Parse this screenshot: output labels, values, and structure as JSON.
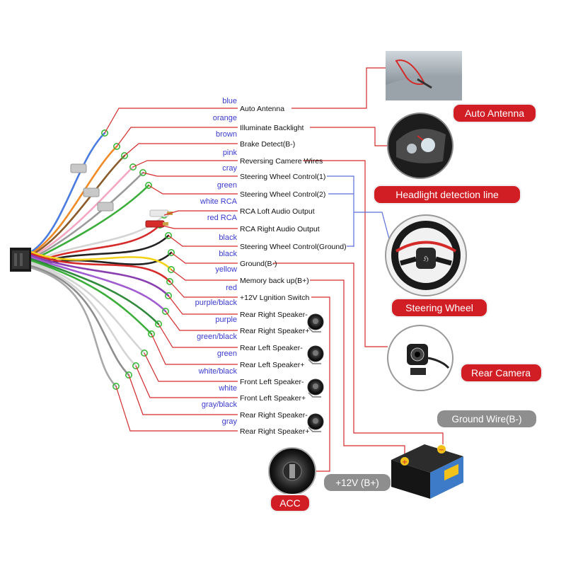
{
  "wires": [
    {
      "color_name": "blue",
      "function": "Auto Antenna",
      "hex": "#4a7be0"
    },
    {
      "color_name": "orange",
      "function": "Illuminate Backlight",
      "hex": "#f08a24"
    },
    {
      "color_name": "brown",
      "function": "Brake Detect(B-)",
      "hex": "#8a5a2b"
    },
    {
      "color_name": "pink",
      "function": "Reversing Camere Wires",
      "hex": "#f4a6c0"
    },
    {
      "color_name": "cray",
      "function": "Steering Wheel Control(1)",
      "hex": "#9a9a9a"
    },
    {
      "color_name": "green",
      "function": "Steering Wheel Control(2)",
      "hex": "#3cae3c"
    },
    {
      "color_name": "white RCA",
      "function": "RCA Loft Audio Output",
      "hex": "#dddddd"
    },
    {
      "color_name": "red RCA",
      "function": "RCA Right Audio Output",
      "hex": "#d62b2b"
    },
    {
      "color_name": "black",
      "function": "Steering Wheel Control(Ground)",
      "hex": "#222222"
    },
    {
      "color_name": "black",
      "function": "Ground(B-)",
      "hex": "#222222"
    },
    {
      "color_name": "yellow",
      "function": "Memory back up(B+)",
      "hex": "#f2d21b"
    },
    {
      "color_name": "red",
      "function": "+12V Lgnition Switch",
      "hex": "#d62b2b"
    },
    {
      "color_name": "purple/black",
      "function": "Rear Right Speaker-",
      "hex": "#8a3fb0"
    },
    {
      "color_name": "purple",
      "function": "Rear Right Speaker+",
      "hex": "#a05cd0"
    },
    {
      "color_name": "green/black",
      "function": "Rear Left Speaker-",
      "hex": "#2f8a3c"
    },
    {
      "color_name": "green",
      "function": "Rear Left Speaker+",
      "hex": "#3cae3c"
    },
    {
      "color_name": "white/black",
      "function": "Front Left Speaker-",
      "hex": "#cfcfcf"
    },
    {
      "color_name": "white",
      "function": "Front Left Speaker+",
      "hex": "#e8e8e8"
    },
    {
      "color_name": "gray/black",
      "function": "Rear Right Speaker-",
      "hex": "#8d8d8d"
    },
    {
      "color_name": "gray",
      "function": "Rear Right Speaker+",
      "hex": "#a8a8a8"
    }
  ],
  "callouts": {
    "auto_antenna": "Auto Antenna",
    "headlight": "Headlight detection line",
    "steering": "Steering Wheel",
    "rear_camera": "Rear Camera",
    "ground_wire": "Ground Wire(B-)",
    "plus12v": "+12V (B+)",
    "acc": "ACC"
  },
  "colors": {
    "callout_red": "#d11d24",
    "callout_gray": "#8e8e8e",
    "leader_red": "#d42a2a",
    "leader_blue": "#5a6fd8",
    "label_blue": "#3a3ad0",
    "connector_green": "#3cb83c"
  },
  "icons": [
    "connector-plug-icon",
    "speaker-icon",
    "car-roof-antenna-icon",
    "headlight-icon",
    "steering-wheel-icon",
    "rear-camera-icon",
    "car-battery-icon",
    "ignition-key-icon"
  ]
}
